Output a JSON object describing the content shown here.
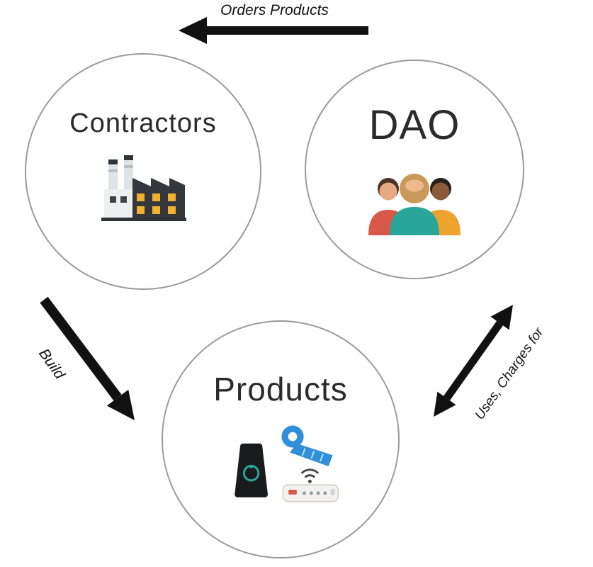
{
  "diagram": {
    "nodes": {
      "contractors": {
        "label": "Contractors",
        "icon": "factory-icon"
      },
      "dao": {
        "label": "DAO",
        "icon": "people-group-icon"
      },
      "products": {
        "label": "Products",
        "icon": "devices-icon"
      }
    },
    "edges": {
      "orders": {
        "label": "Orders Products",
        "from": "DAO",
        "to": "Contractors",
        "bidirectional": false
      },
      "build": {
        "label": "Build",
        "from": "Contractors",
        "to": "Products",
        "bidirectional": false
      },
      "uses": {
        "label": "Uses, Charges for",
        "from": "Products",
        "to": "DAO",
        "bidirectional": true
      }
    },
    "colors": {
      "arrow": "#111111",
      "circle_border": "#9b9b9b",
      "node_text": "#2b2b2b",
      "edge_text": "#141414",
      "factory_dark": "#34383d",
      "factory_light": "#e6e9eb",
      "window_yellow": "#f2b02f",
      "shirt_teal": "#27a699",
      "shirt_red": "#d8584a",
      "shirt_yellow": "#f0a22e",
      "skin_light": "#edb98a",
      "skin_dark": "#8a5a3b",
      "hair_tan": "#c9995c",
      "band_blue": "#2f8fd8",
      "speaker_black": "#1a1b1d",
      "accent_teal": "#2aa79b"
    }
  }
}
